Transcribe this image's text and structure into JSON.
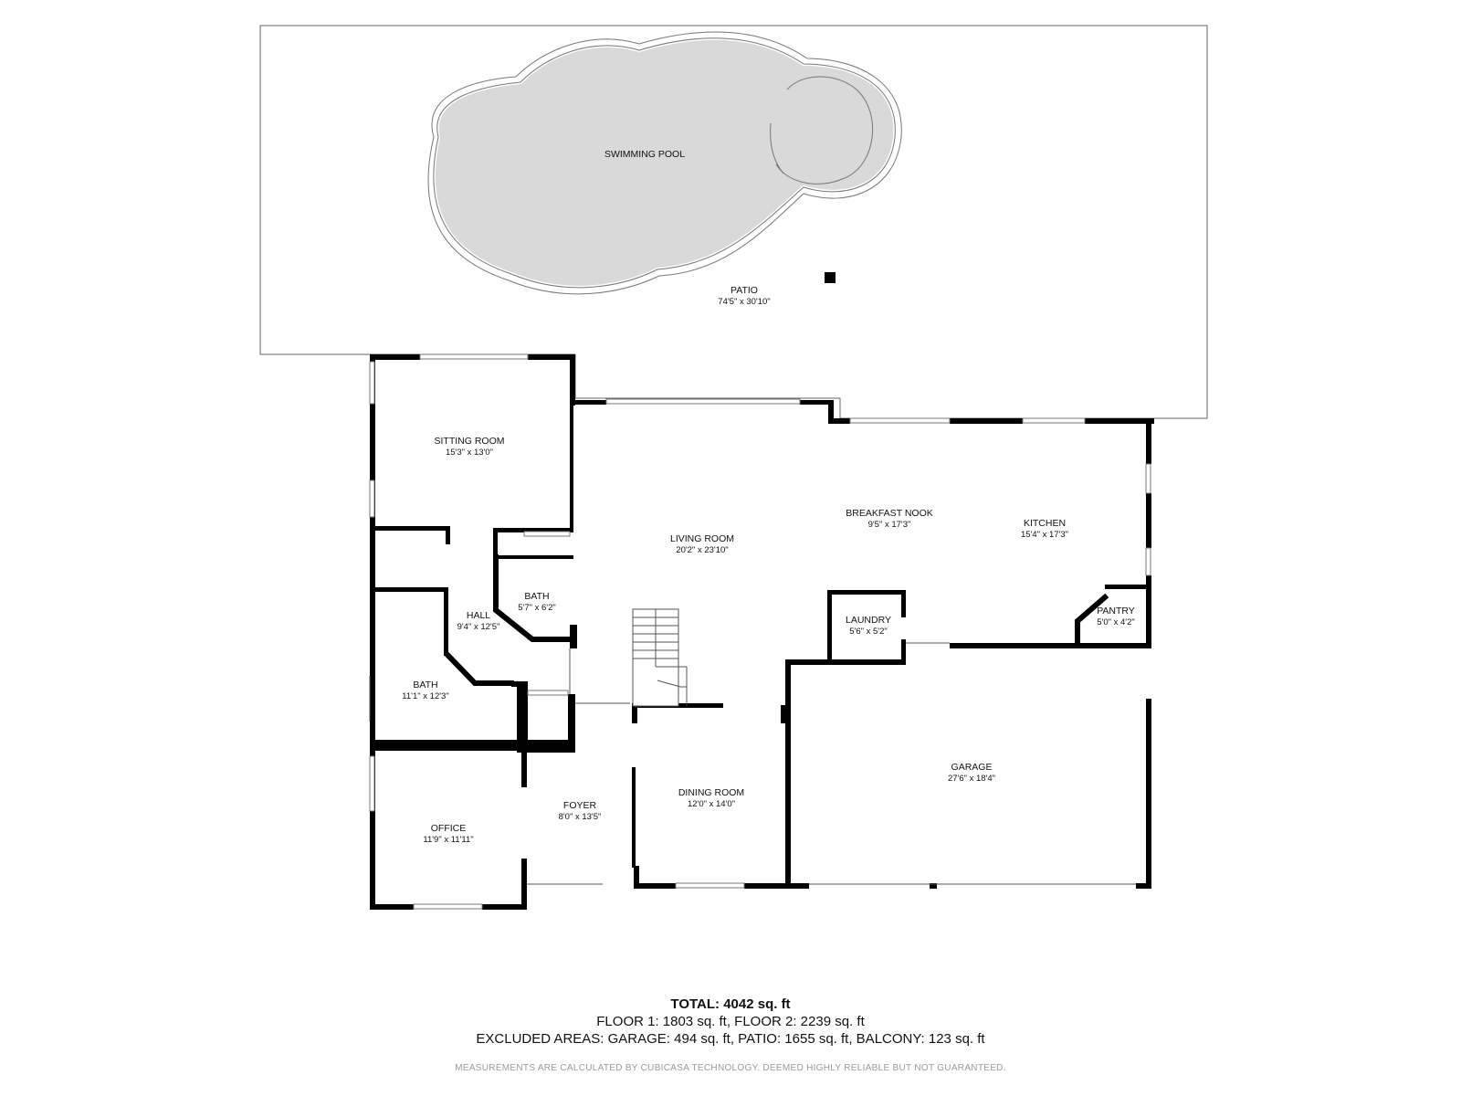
{
  "rooms": {
    "pool": {
      "name": "SWIMMING POOL"
    },
    "patio": {
      "name": "PATIO",
      "dim": "74'5\" x 30'10\""
    },
    "sitting_room": {
      "name": "SITTING ROOM",
      "dim": "15'3\" x 13'0\""
    },
    "living_room": {
      "name": "LIVING ROOM",
      "dim": "20'2\" x 23'10\""
    },
    "breakfast_nook": {
      "name": "BREAKFAST NOOK",
      "dim": "9'5\" x 17'3\""
    },
    "kitchen": {
      "name": "KITCHEN",
      "dim": "15'4\" x 17'3\""
    },
    "bath_small": {
      "name": "BATH",
      "dim": "5'7\" x 6'2\""
    },
    "hall": {
      "name": "HALL",
      "dim": "9'4\" x 12'5\""
    },
    "laundry": {
      "name": "LAUNDRY",
      "dim": "5'6\" x 5'2\""
    },
    "pantry": {
      "name": "PANTRY",
      "dim": "5'0\" x 4'2\""
    },
    "bath_large": {
      "name": "BATH",
      "dim": "11'1\" x 12'3\""
    },
    "garage": {
      "name": "GARAGE",
      "dim": "27'6\" x 18'4\""
    },
    "dining_room": {
      "name": "DINING ROOM",
      "dim": "12'0\" x 14'0\""
    },
    "foyer": {
      "name": "FOYER",
      "dim": "8'0\" x 13'5\""
    },
    "office": {
      "name": "OFFICE",
      "dim": "11'9\" x 11'11\""
    }
  },
  "summary": {
    "total": "TOTAL: 4042 sq. ft",
    "floors": "FLOOR 1: 1803 sq. ft, FLOOR 2: 2239 sq. ft",
    "excluded": "EXCLUDED AREAS: GARAGE: 494 sq. ft, PATIO: 1655 sq. ft, BALCONY: 123 sq. ft"
  },
  "disclaimer": "MEASUREMENTS ARE CALCULATED BY CUBICASA TECHNOLOGY. DEEMED HIGHLY RELIABLE BUT NOT GUARANTEED."
}
